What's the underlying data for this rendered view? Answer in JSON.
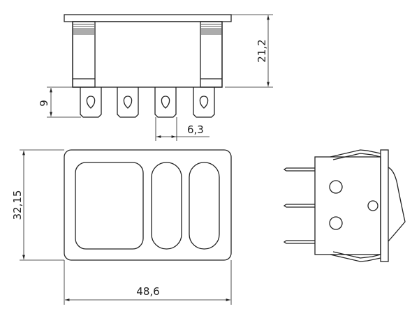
{
  "dimensions": {
    "height_total": "21,2",
    "terminal_length": "9",
    "terminal_width": "6,3",
    "front_height": "32,15",
    "front_width": "48,6"
  },
  "colors": {
    "line": "#222222",
    "background": "#ffffff"
  }
}
